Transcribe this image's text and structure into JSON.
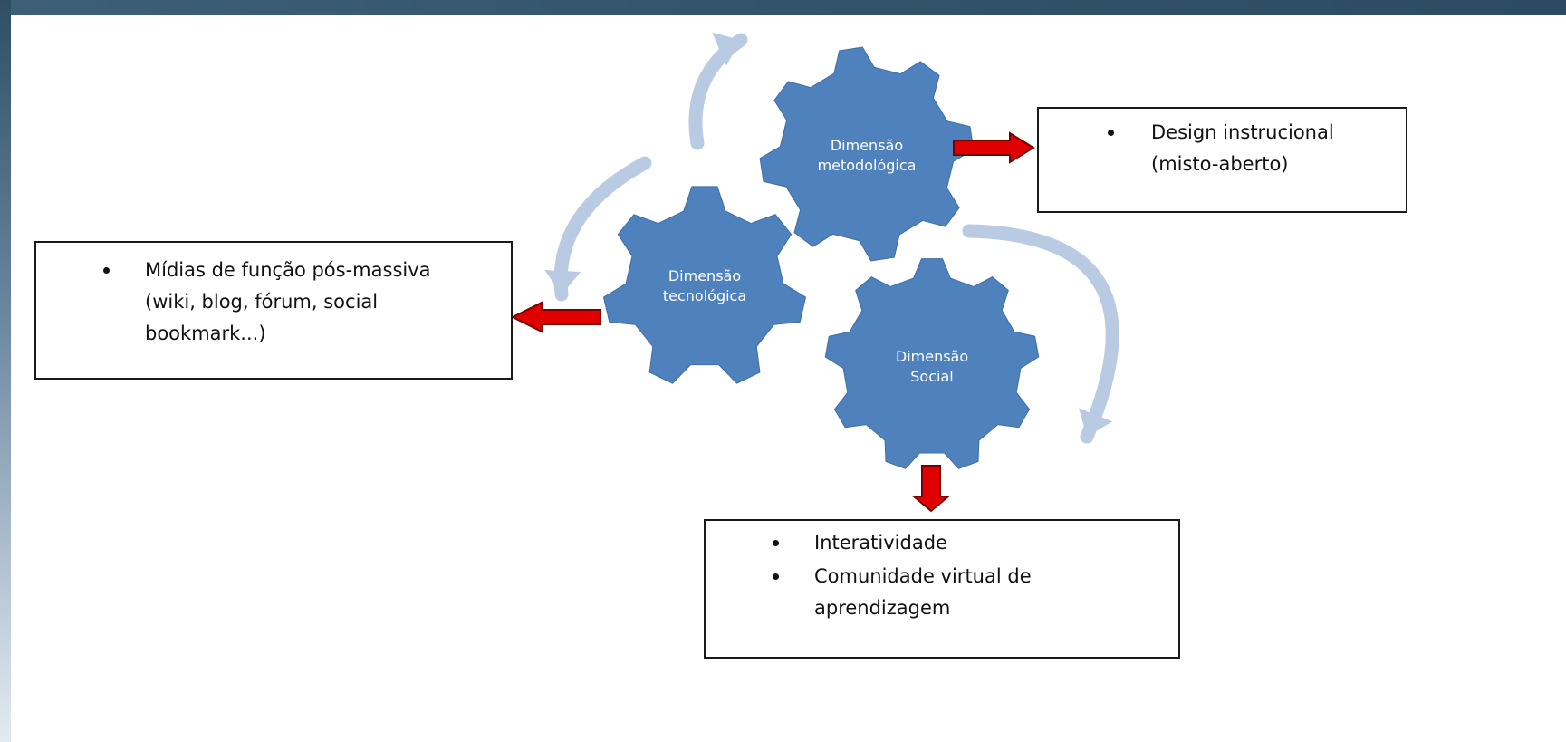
{
  "gears": [
    {
      "id": "metodologica",
      "label_lines": [
        "Dimensão",
        "metodológica"
      ]
    },
    {
      "id": "tecnologica",
      "label_lines": [
        "Dimensão",
        "tecnológica"
      ]
    },
    {
      "id": "social",
      "label_lines": [
        "Dimensão",
        "Social"
      ]
    }
  ],
  "boxes": {
    "left": {
      "items": [
        {
          "lines": [
            "Mídias de função pós-massiva",
            "(wiki, blog, fórum, social",
            "bookmark...)"
          ]
        }
      ]
    },
    "top_right": {
      "items": [
        {
          "lines": [
            "Design instrucional",
            "(misto-aberto)"
          ]
        }
      ]
    },
    "bottom": {
      "items": [
        {
          "lines": [
            "Interatividade"
          ]
        },
        {
          "lines": [
            "Comunidade virtual de",
            "aprendizagem"
          ]
        }
      ]
    }
  },
  "colors": {
    "gear_fill": "#4f81bd",
    "gear_text": "#ffffff",
    "arrow_red": "#e00000",
    "arrow_outline": "#7a0000",
    "cycle_arrow": "#b9cbe2",
    "box_border": "#1a1a1a",
    "header_band": "#33536c"
  }
}
